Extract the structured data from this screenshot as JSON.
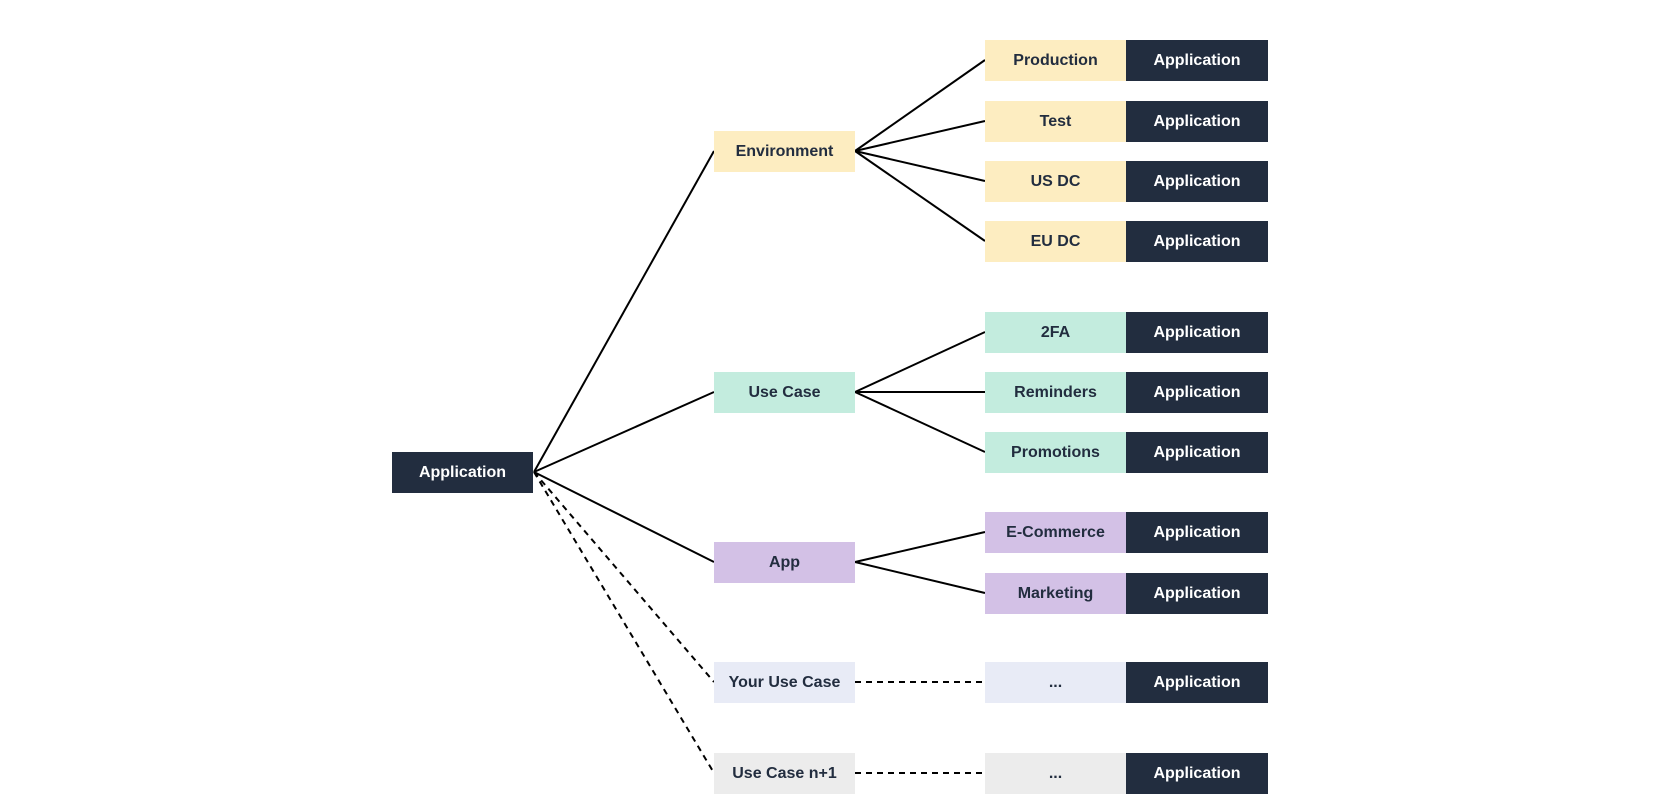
{
  "root": {
    "label": "Application"
  },
  "colors": {
    "dark": "#222d3f",
    "environment": "#fdedc1",
    "usecase": "#c3ecde",
    "app": "#d3c1e6",
    "custom": "#e8ebf6",
    "generic": "#ececec",
    "line": "#000000"
  },
  "categories": [
    {
      "label": "Environment",
      "children": [
        "Production",
        "Test",
        "US DC",
        "EU DC"
      ]
    },
    {
      "label": "Use Case",
      "children": [
        "2FA",
        "Reminders",
        "Promotions"
      ]
    },
    {
      "label": "App",
      "children": [
        "E-Commerce",
        "Marketing"
      ]
    },
    {
      "label": "Your Use Case",
      "children": [
        "..."
      ]
    },
    {
      "label": "Use Case n+1",
      "children": [
        "..."
      ]
    }
  ],
  "leaf_label": "Application"
}
